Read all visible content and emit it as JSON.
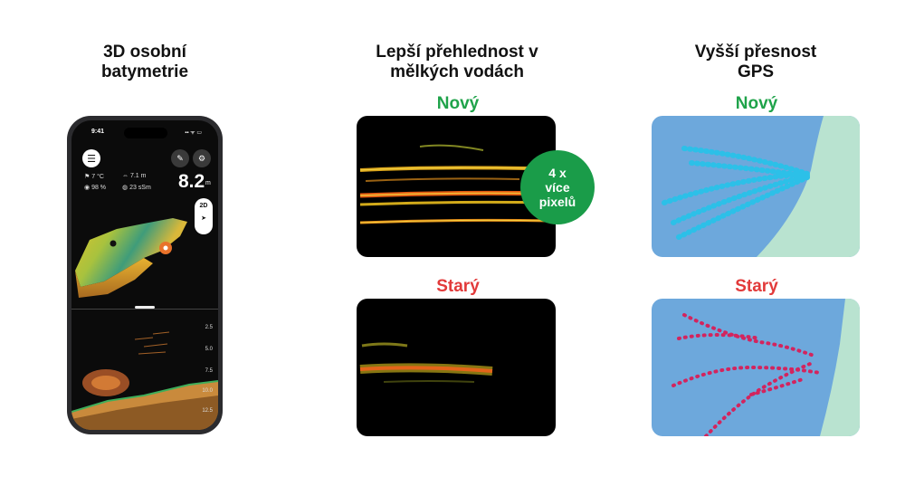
{
  "columns": [
    {
      "title": "3D osobní batymetrie",
      "title_lines": [
        "3D osobní",
        "batymetrie"
      ]
    },
    {
      "title": "Lepší přehlednost v mělkých vodách",
      "title_lines": [
        "Lepší přehlednost v",
        "mělkých vodách"
      ]
    },
    {
      "title": "Vyšší přesnost GPS",
      "title_lines": [
        "Vyšší přesnost",
        "GPS"
      ]
    }
  ],
  "labels": {
    "new": "Nový",
    "old": "Starý"
  },
  "badge": {
    "lines": [
      "4 x",
      "více",
      "pixelů"
    ],
    "color": "#1a9c49"
  },
  "phone": {
    "time": "9:41",
    "temp": "7 °C",
    "battery": "98 %",
    "distance": "7.1 m",
    "signal": "23 sSm",
    "depth": "8.2",
    "depth_unit": "m",
    "view_mode": "2D",
    "depth_scale": [
      "2.5",
      "5.0",
      "7.5",
      "10.0",
      "12.5"
    ]
  },
  "colors": {
    "new": "#1fa34a",
    "old": "#e23a3a",
    "water": "#6da8dc",
    "land": "#b9e3d0",
    "gps_new": "#2cc0e8",
    "gps_old": "#d3245e"
  }
}
